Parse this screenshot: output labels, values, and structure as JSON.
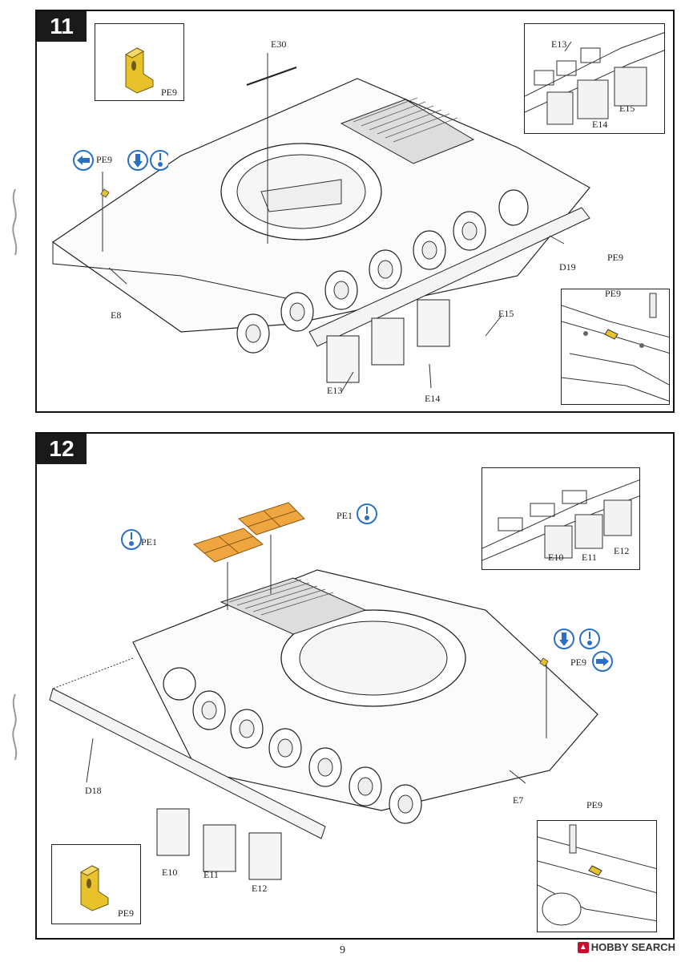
{
  "page": {
    "number": "9"
  },
  "watermark": {
    "text": "HOBBY SEARCH"
  },
  "colors": {
    "accent_blue": "#2b6fc6",
    "part_yellow": "#e8c22a",
    "etch_orange": "#f0a640",
    "line": "#222222"
  },
  "icons": {
    "arrow_left": "arrow-left-circle",
    "arrow_down": "arrow-down-circle",
    "glue": "glue-drop",
    "arrow_right": "arrow-right-circle"
  },
  "step11": {
    "number": "11",
    "pe_detail_label": "PE9",
    "labels": {
      "e30": "E30",
      "pe9": "PE9",
      "e8": "E8",
      "d19": "D19",
      "e13": "E13",
      "e14": "E14",
      "e15": "E15",
      "inset_e13": "E13",
      "inset_e14": "E14",
      "inset_e15": "E15",
      "inset_pe9": "PE9"
    }
  },
  "step12": {
    "number": "12",
    "labels": {
      "pe1_left": "PE1",
      "pe1_right": "PE1",
      "pe9": "PE9",
      "e7": "E7",
      "d18": "D18",
      "e10": "E10",
      "e11": "E11",
      "e12": "E12",
      "inset_e10": "E10",
      "inset_e11": "E11",
      "inset_e12": "E12",
      "inset_pe9": "PE9"
    },
    "pe_detail_label": "PE9"
  }
}
